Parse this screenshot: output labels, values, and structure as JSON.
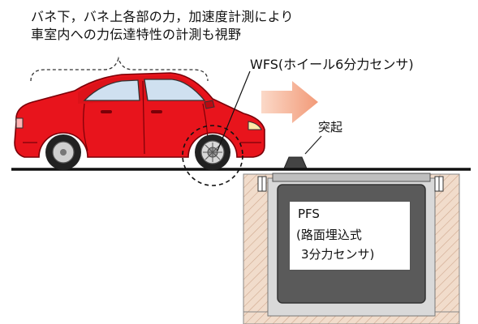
{
  "caption": {
    "line1": "バネ下，バネ上各部の力，加速度計測により",
    "line2": "車室内への力伝達特性の計測も視野"
  },
  "wfs_label": "WFS(ホイール6分力センサ)",
  "bump_label": "突起",
  "pfs_label": {
    "line1": "PFS",
    "line2": "(路面埋込式",
    "line3": "3分力センサ)"
  },
  "colors": {
    "car_body": "#e8141c",
    "arrow": "#f4a98a",
    "road": "#111111",
    "pit_wall": "#efd9c8",
    "sensor_block": "#555555"
  }
}
